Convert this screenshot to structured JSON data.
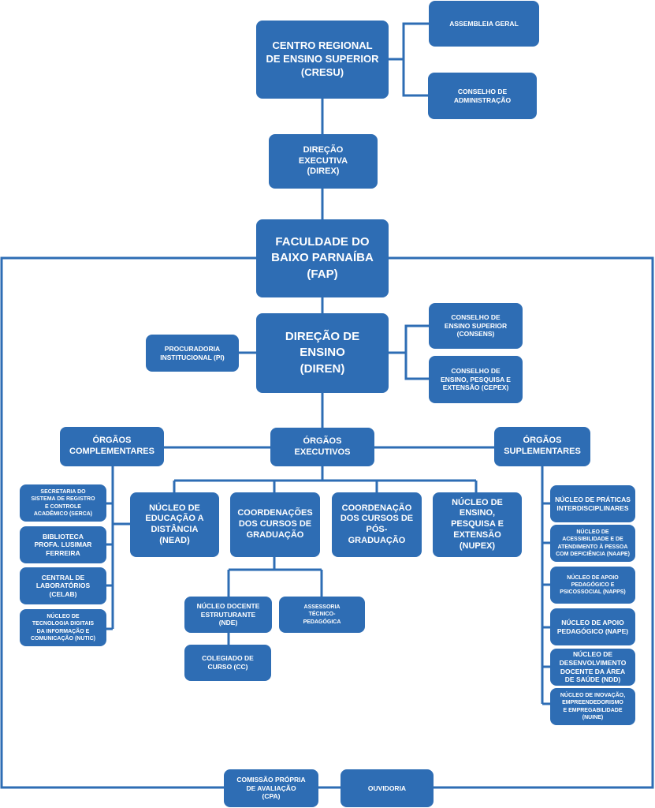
{
  "colors": {
    "box_fill": "#2E6DB4",
    "box_text": "#ffffff",
    "connector": "#2E6DB4"
  },
  "boxes": {
    "cresu": "CENTRO REGIONAL\nDE ENSINO SUPERIOR\n(CRESU)",
    "assembleia": "ASSEMBLEIA GERAL",
    "conselho_adm": "CONSELHO DE\nADMINISTRAÇÃO",
    "direx": "DIREÇÃO\nEXECUTIVA\n(DIREX)",
    "fap": "FACULDADE DO\nBAIXO PARNAÍBA\n(FAP)",
    "diren": "DIREÇÃO DE\nENSINO\n(DIREN)",
    "consens": "CONSELHO DE\nENSINO SUPERIOR\n(CONSENS)",
    "cepex": "CONSELHO DE\nENSINO, PESQUISA E\nEXTENSÃO (CEPEX)",
    "procuradoria": "PROCURADORIA\nINSTITUCIONAL (PI)",
    "orgaos_complementares": "ÓRGÃOS\nCOMPLEMENTARES",
    "orgaos_executivos": "ÓRGÃOS\nEXECUTIVOS",
    "orgaos_suplementares": "ÓRGÃOS\nSUPLEMENTARES",
    "serca": "SECRETARIA DO\nSISTEMA DE REGISTRO\nE CONTROLE\nACADÊMICO (SERCA)",
    "celab_biblioteca": "BIBLIOTECA\nPROFA. LUSIMAR\nFERREIRA",
    "central_lab": "CENTRAL DE\nLABORATÓRIOS\n(CELAB)",
    "nutic": "NÚCLEO DE\nTECNOLOGIA DIGITAIS\nDA INFORMAÇÃO E\nCOMUNICAÇÃO (NUTIC)",
    "nead": "NÚCLEO DE\nEDUCAÇÃO A\nDISTÂNCIA\n(NEAD)",
    "coord_graduacao": "COORDENAÇÕES\nDOS CURSOS DE\nGRADUAÇÃO",
    "coord_pos": "COORDENAÇÃO\nDOS CURSOS DE\nPÓS-\nGRADUAÇÃO",
    "nupex": "NÚCLEO DE\nENSINO,\nPESQUISA E\nEXTENSÃO\n(NUPEX)",
    "nde": "NÚCLEO DOCENTE\nESTRUTURANTE\n(NDE)",
    "assessoria": "ASSESSORIA\nTÉCNICO-\nPEDAGÓGICA",
    "colegiado": "COLEGIADO DE\nCURSO (CC)",
    "praticas": "NÚCLEO DE PRÁTICAS\nINTERDISCIPLINARES",
    "naape": "NÚCLEO DE\nACESSIBILIDADE E DE\nATENDIMENTO À PESSOA\nCOM DEFICIÊNCIA (NAAPE)",
    "napps": "NÚCLEO DE APOIO\nPEDAGÓGICO E\nPSICOSSOCIAL (NAPPS)",
    "nape": "NÚCLEO DE APOIO\nPEDAGÓGICO (NAPE)",
    "ndd": "NÚCLEO DE\nDESENVOLVIMENTO\nDOCENTE DA ÁREA\nDE SAÚDE (NDD)",
    "nuine": "NÚCLEO DE INOVAÇÃO,\nEMPREENDEDORISMO\nE EMPREGABILIDADE\n(NUINE)",
    "cpa": "COMISSÃO PRÓPRIA\nDE AVALIAÇÃO\n(CPA)",
    "ouvidoria": "OUVIDORIA"
  }
}
